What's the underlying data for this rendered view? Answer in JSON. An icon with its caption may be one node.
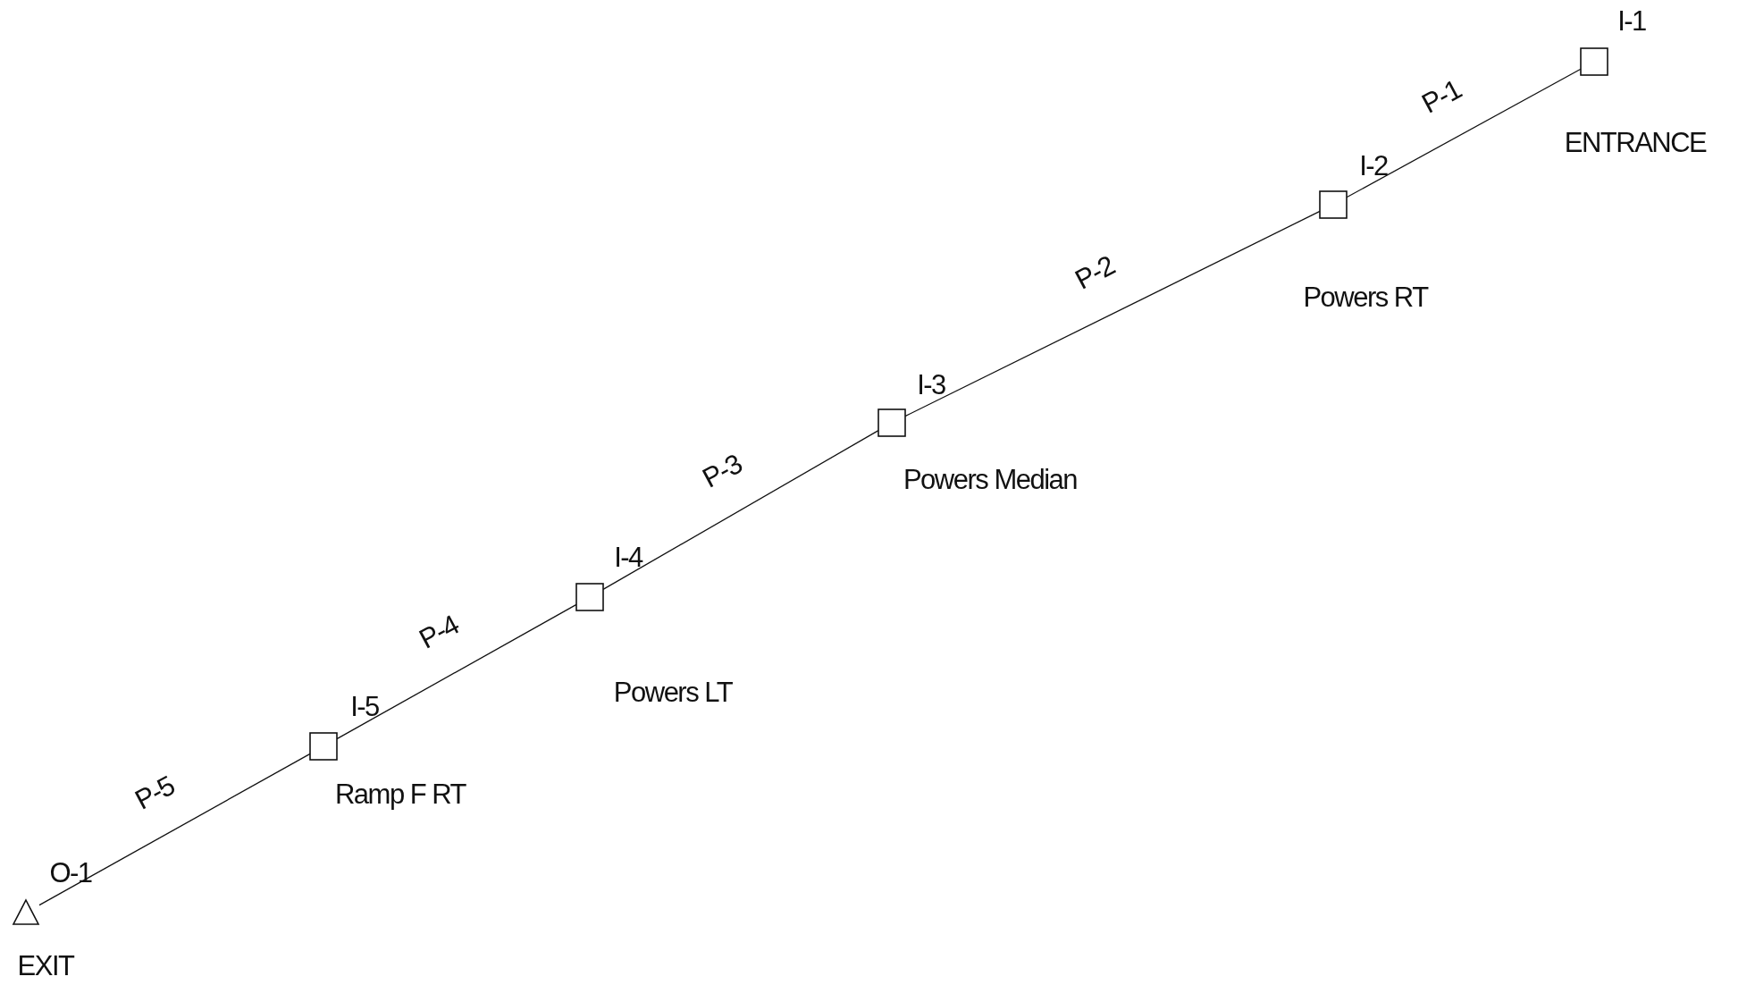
{
  "diagram": {
    "nodes": [
      {
        "text": [],
        "shape": "box",
        "beside": [
          "I-1",
          "ENTRANCE"
        ]
      },
      {
        "text": [],
        "shape": "box",
        "beside": [
          "I-2",
          "Powers RT"
        ]
      },
      {
        "text": [],
        "shape": "box",
        "beside": [
          "I-3",
          "Powers Median"
        ]
      },
      {
        "text": [],
        "shape": "box",
        "beside": [
          "I-4",
          "Powers LT"
        ]
      },
      {
        "text": [],
        "shape": "box",
        "beside": [
          "I-5",
          "Ramp F RT"
        ]
      },
      {
        "text": [],
        "shape": "triangle",
        "beside": [
          "O-1",
          "EXIT"
        ]
      }
    ],
    "edges": [
      {
        "from": 0,
        "to": 1,
        "arrow": "none",
        "label": "P-1"
      },
      {
        "from": 1,
        "to": 2,
        "arrow": "none",
        "label": "P-2"
      },
      {
        "from": 2,
        "to": 3,
        "arrow": "none",
        "label": "P-3"
      },
      {
        "from": 3,
        "to": 4,
        "arrow": "none",
        "label": "P-4"
      },
      {
        "from": 4,
        "to": 5,
        "arrow": "none",
        "label": "P-5"
      }
    ]
  }
}
